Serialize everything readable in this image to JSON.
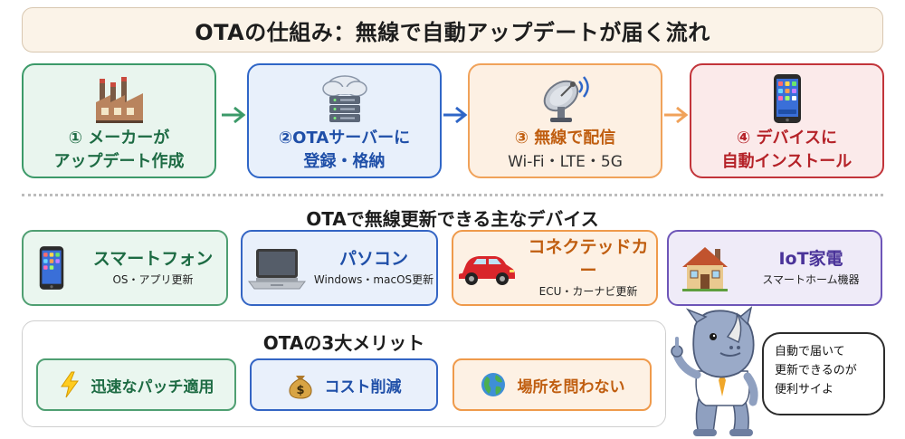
{
  "title": "OTAの仕組み：無線で自動アップデートが届く流れ",
  "steps": [
    {
      "line1": "① メーカーが",
      "line2": "アップデート作成",
      "icon": "factory-icon"
    },
    {
      "line1": "②OTAサーバーに",
      "line2": "登録・格納",
      "icon": "cloud-server-icon"
    },
    {
      "line1": "③ 無線で配信",
      "line2": "Wi-Fi・LTE・5G",
      "icon": "satellite-dish-icon"
    },
    {
      "line1": "④ デバイスに",
      "line2": "自動インストール",
      "icon": "smartphone-icon"
    }
  ],
  "devices_heading": "OTAで無線更新できる主なデバイス",
  "devices": [
    {
      "name": "スマートフォン",
      "sub": "OS・アプリ更新",
      "icon": "smartphone-icon"
    },
    {
      "name": "パソコン",
      "sub": "Windows・macOS更新",
      "icon": "laptop-icon"
    },
    {
      "name": "コネクテッドカー",
      "sub": "ECU・カーナビ更新",
      "icon": "car-icon"
    },
    {
      "name": "IoT家電",
      "sub": "スマートホーム機器",
      "icon": "house-icon"
    }
  ],
  "merits_heading": "OTAの3大メリット",
  "merits": [
    {
      "label": "迅速なパッチ適用",
      "icon": "lightning-icon"
    },
    {
      "label": "コスト削減",
      "icon": "money-bag-icon"
    },
    {
      "label": "場所を問わない",
      "icon": "globe-icon"
    }
  ],
  "speech": {
    "line1": "自動で届いて",
    "line2": "更新できるのが",
    "line3": "便利サイよ"
  },
  "colors": {
    "green": "#3c9a69",
    "blue": "#2f66c7",
    "orange": "#f0a25a",
    "red": "#c2343a",
    "purple": "#6d55b8"
  }
}
